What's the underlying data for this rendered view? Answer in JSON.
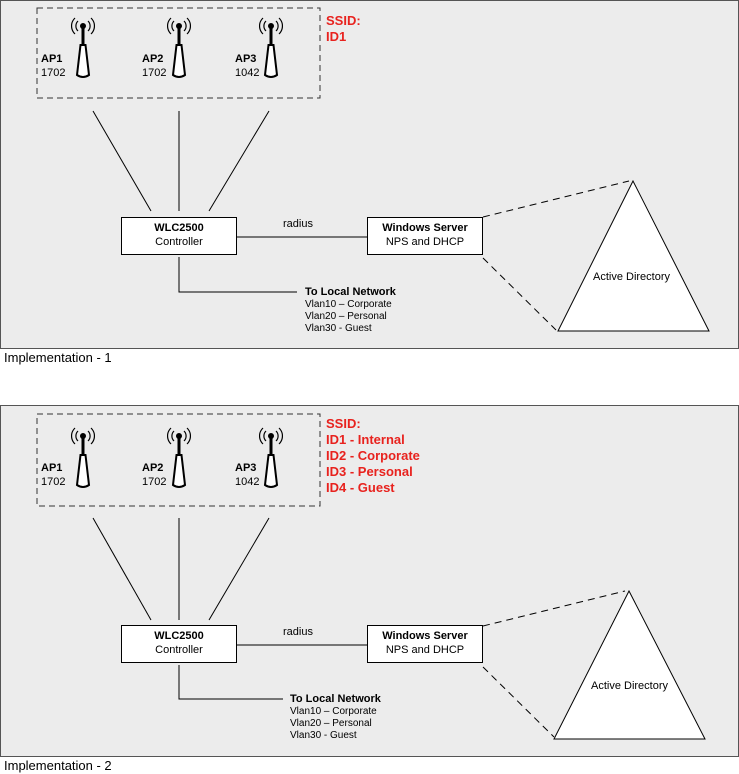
{
  "implementations": [
    {
      "caption": "Implementation - 1",
      "ssid": {
        "title": "SSID:",
        "lines": [
          "ID1"
        ]
      },
      "aps": [
        {
          "name": "AP1",
          "model": "1702"
        },
        {
          "name": "AP2",
          "model": "1702"
        },
        {
          "name": "AP3",
          "model": "1042"
        }
      ],
      "controller": {
        "title": "WLC2500",
        "subtitle": "Controller"
      },
      "link_label": "radius",
      "server": {
        "title": "Windows Server",
        "subtitle": "NPS and DHCP"
      },
      "active_directory": "Active Directory",
      "network": {
        "title": "To Local Network",
        "vlans": [
          "Vlan10 – Corporate",
          "Vlan20 – Personal",
          "Vlan30 - Guest"
        ]
      }
    },
    {
      "caption": "Implementation - 2",
      "ssid": {
        "title": "SSID:",
        "lines": [
          "ID1 - Internal",
          "ID2 - Corporate",
          "ID3 - Personal",
          "ID4 - Guest"
        ]
      },
      "aps": [
        {
          "name": "AP1",
          "model": "1702"
        },
        {
          "name": "AP2",
          "model": "1702"
        },
        {
          "name": "AP3",
          "model": "1042"
        }
      ],
      "controller": {
        "title": "WLC2500",
        "subtitle": "Controller"
      },
      "link_label": "radius",
      "server": {
        "title": "Windows Server",
        "subtitle": "NPS and DHCP"
      },
      "active_directory": "Active Directory",
      "network": {
        "title": "To Local Network",
        "vlans": [
          "Vlan10 – Corporate",
          "Vlan20 – Personal",
          "Vlan30 - Guest"
        ]
      }
    }
  ],
  "colors": {
    "ssid_text": "#e8221e",
    "panel_bg": "#ececec"
  }
}
